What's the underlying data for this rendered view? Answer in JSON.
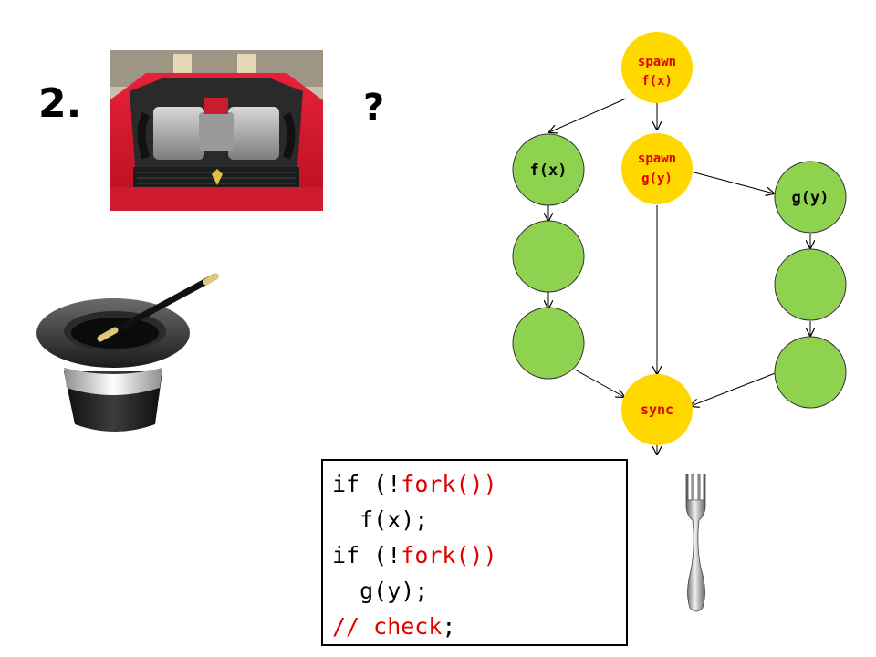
{
  "slide": {
    "number": "2.",
    "question": "?"
  },
  "graph": {
    "nodes": [
      {
        "id": "spawn-fx",
        "lines": [
          "spawn",
          "f(x)"
        ],
        "fill": "#ffd800",
        "text_color": "#e00000"
      },
      {
        "id": "fx",
        "lines": [
          "f(x)"
        ],
        "fill": "#8fd24f",
        "text_color": "#000000"
      },
      {
        "id": "spawn-gy",
        "lines": [
          "spawn",
          "g(y)"
        ],
        "fill": "#ffd800",
        "text_color": "#e00000"
      },
      {
        "id": "gy",
        "lines": [
          "g(y)"
        ],
        "fill": "#8fd24f",
        "text_color": "#000000"
      },
      {
        "id": "f-step-2",
        "lines": [],
        "fill": "#8fd24f",
        "text_color": "#000000"
      },
      {
        "id": "f-step-3",
        "lines": [],
        "fill": "#8fd24f",
        "text_color": "#000000"
      },
      {
        "id": "g-step-2",
        "lines": [],
        "fill": "#8fd24f",
        "text_color": "#000000"
      },
      {
        "id": "g-step-3",
        "lines": [],
        "fill": "#8fd24f",
        "text_color": "#000000"
      },
      {
        "id": "sync",
        "lines": [
          "sync"
        ],
        "fill": "#ffd800",
        "text_color": "#e00000"
      }
    ],
    "edges": [
      [
        "spawn-fx",
        "fx"
      ],
      [
        "spawn-fx",
        "spawn-gy"
      ],
      [
        "spawn-gy",
        "gy"
      ],
      [
        "spawn-gy",
        "sync"
      ],
      [
        "fx",
        "f-step-2"
      ],
      [
        "f-step-2",
        "f-step-3"
      ],
      [
        "f-step-3",
        "sync"
      ],
      [
        "gy",
        "g-step-2"
      ],
      [
        "g-step-2",
        "g-step-3"
      ],
      [
        "g-step-3",
        "sync"
      ],
      [
        "sync",
        "exit"
      ]
    ]
  },
  "code": {
    "lines": [
      [
        {
          "text": "if (!",
          "color": "black"
        },
        {
          "text": "fork())",
          "color": "red"
        }
      ],
      [
        {
          "text": "  f(x);",
          "color": "black"
        }
      ],
      [
        {
          "text": "if (!",
          "color": "black"
        },
        {
          "text": "fork())",
          "color": "red"
        }
      ],
      [
        {
          "text": "  g(y);",
          "color": "black"
        }
      ],
      [
        {
          "text": "// check",
          "color": "red"
        },
        {
          "text": ";",
          "color": "black"
        }
      ]
    ]
  },
  "pictures": {
    "engine": "car-engine-photo",
    "hat": "magic-top-hat-with-wand",
    "fork": "fork-utensil"
  }
}
